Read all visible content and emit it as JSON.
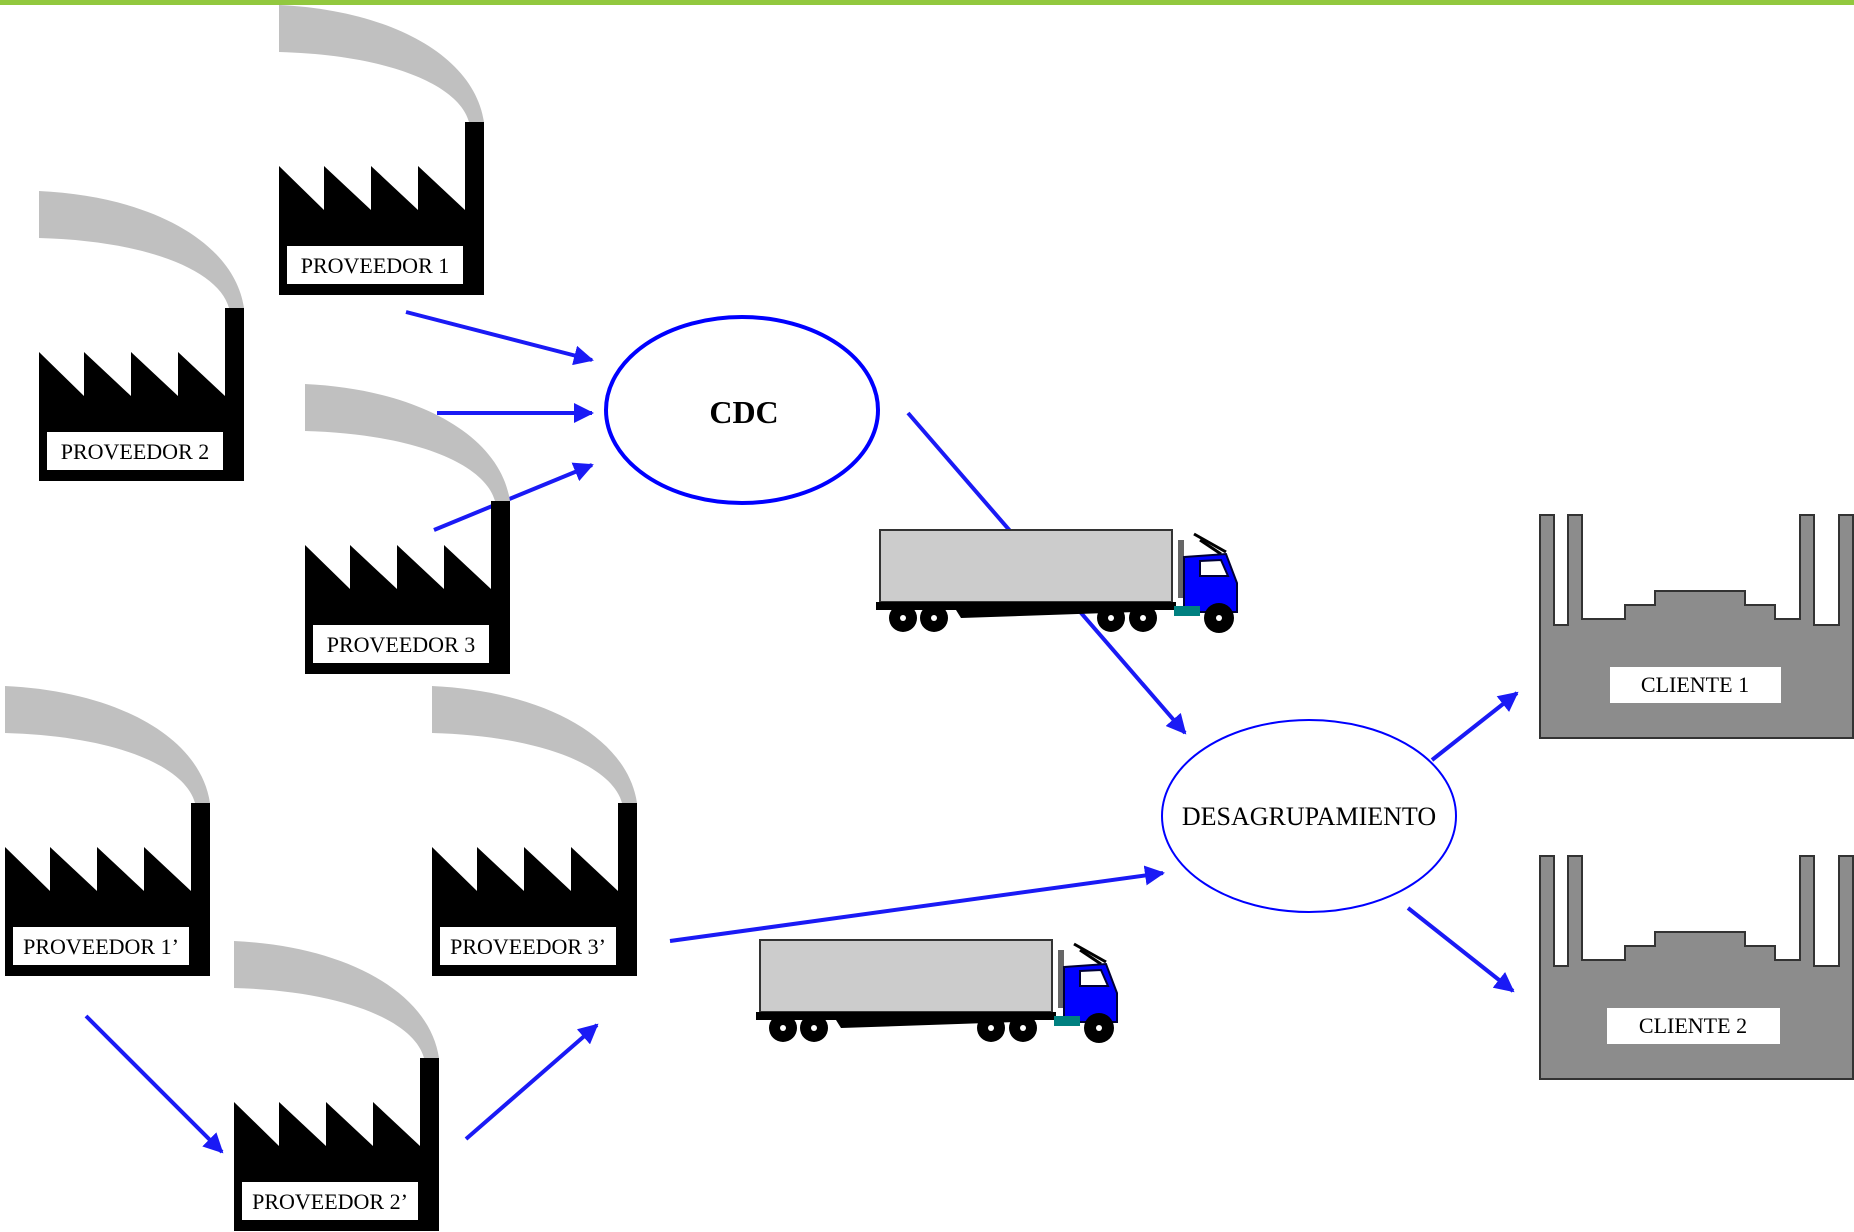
{
  "colors": {
    "top_bar": "#92c83e",
    "arrow": "#1a1af5",
    "factory_body": "#000000",
    "smoke": "#c0c0c0",
    "client_fill": "#8c8c8c",
    "trailer": "#cccccc",
    "cab": "#0000ff",
    "ellipse_stroke": "#0000ff"
  },
  "suppliers": [
    {
      "id": "p1",
      "label": "PROVEEDOR 1"
    },
    {
      "id": "p2",
      "label": "PROVEEDOR 2"
    },
    {
      "id": "p3",
      "label": "PROVEEDOR 3"
    },
    {
      "id": "p1b",
      "label": "PROVEEDOR 1’"
    },
    {
      "id": "p2b",
      "label": "PROVEEDOR 2’"
    },
    {
      "id": "p3b",
      "label": "PROVEEDOR 3’"
    }
  ],
  "hubs": {
    "cdc": "CDC",
    "breakbulk": "DESAGRUPAMIENTO"
  },
  "clients": [
    {
      "id": "c1",
      "label": "CLIENTE 1"
    },
    {
      "id": "c2",
      "label": "CLIENTE 2"
    }
  ],
  "icons": {
    "factory": "factory-icon",
    "truck": "truck-icon",
    "client_building": "warehouse-icon"
  }
}
